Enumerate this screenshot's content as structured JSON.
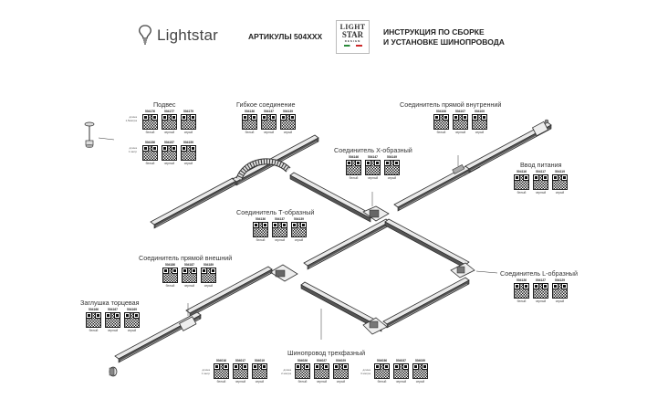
{
  "header": {
    "brand": "Lightstar",
    "articles": "АРТИКУЛЫ 504XXX",
    "badge": {
      "line1": "LIGHT",
      "line2": "STAR",
      "line3": "DESIGN"
    },
    "instruction_line1": "ИНСТРУКЦИЯ ПО СБОРКЕ",
    "instruction_line2": "И УСТАНОВКЕ ШИНОПРОВОДА"
  },
  "sections": {
    "suspension": {
      "title": "Подвес",
      "rows": [
        {
          "note1": "длина",
          "note2": "1,5метра",
          "items": [
            {
              "code": "504176",
              "color": "белый"
            },
            {
              "code": "504177",
              "color": "черный"
            },
            {
              "code": "504179",
              "color": "серый"
            }
          ]
        },
        {
          "note1": "длина",
          "note2": "1 метр",
          "items": [
            {
              "code": "504156",
              "color": "белый"
            },
            {
              "code": "504157",
              "color": "черный"
            },
            {
              "code": "504159",
              "color": "серый"
            }
          ]
        }
      ]
    },
    "flex": {
      "title": "Гибкое соединение",
      "items": [
        {
          "code": "504136",
          "color": "белый"
        },
        {
          "code": "504137",
          "color": "черный"
        },
        {
          "code": "504139",
          "color": "серый"
        }
      ]
    },
    "straight_inner": {
      "title": "Соединитель прямой внутренний",
      "items": [
        {
          "code": "504106",
          "color": "белый"
        },
        {
          "code": "504107",
          "color": "черный"
        },
        {
          "code": "504109",
          "color": "серый"
        }
      ]
    },
    "x_conn": {
      "title": "Соединитель X-образный",
      "items": [
        {
          "code": "504146",
          "color": "белый"
        },
        {
          "code": "504147",
          "color": "черный"
        },
        {
          "code": "504149",
          "color": "серый"
        }
      ]
    },
    "power": {
      "title": "Ввод питания",
      "items": [
        {
          "code": "504116",
          "color": "белый"
        },
        {
          "code": "504117",
          "color": "черный"
        },
        {
          "code": "504119",
          "color": "серый"
        }
      ]
    },
    "t_conn": {
      "title": "Соединитель Т-образный",
      "items": [
        {
          "code": "504136",
          "color": "белый"
        },
        {
          "code": "504137",
          "color": "черный"
        },
        {
          "code": "504139",
          "color": "серый"
        }
      ]
    },
    "straight_outer": {
      "title": "Соединитель прямой внешний",
      "items": [
        {
          "code": "504186",
          "color": "белый"
        },
        {
          "code": "504187",
          "color": "черный"
        },
        {
          "code": "504189",
          "color": "серый"
        }
      ]
    },
    "l_conn": {
      "title": "Соединитель L-образный",
      "items": [
        {
          "code": "504126",
          "color": "белый"
        },
        {
          "code": "504127",
          "color": "черный"
        },
        {
          "code": "504129",
          "color": "серый"
        }
      ]
    },
    "endcap": {
      "title": "Заглушка торцевая",
      "items": [
        {
          "code": "504166",
          "color": "белый"
        },
        {
          "code": "504167",
          "color": "черный"
        },
        {
          "code": "504169",
          "color": "серый"
        }
      ]
    },
    "track": {
      "title": "Шинопровод трехфазный",
      "groups": [
        {
          "note1": "длина",
          "note2": "1 метр",
          "items": [
            {
              "code": "504016",
              "color": "белый"
            },
            {
              "code": "504017",
              "color": "черный"
            },
            {
              "code": "504019",
              "color": "серый"
            }
          ]
        },
        {
          "note1": "длина",
          "note2": "2 метра",
          "items": [
            {
              "code": "504026",
              "color": "белый"
            },
            {
              "code": "504027",
              "color": "черный"
            },
            {
              "code": "504029",
              "color": "серый"
            }
          ]
        },
        {
          "note1": "длина",
          "note2": "3 метра",
          "items": [
            {
              "code": "504036",
              "color": "белый"
            },
            {
              "code": "504037",
              "color": "черный"
            },
            {
              "code": "504039",
              "color": "серый"
            }
          ]
        }
      ]
    }
  }
}
